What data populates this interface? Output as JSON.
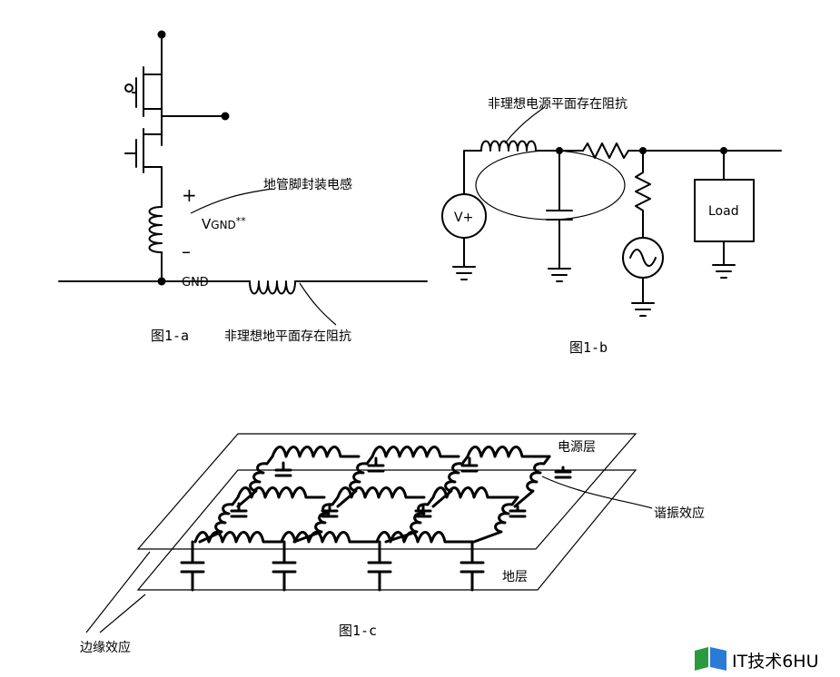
{
  "fig_a": {
    "plus": "+",
    "minus": "–",
    "vgnd_main": "V",
    "vgnd_sub": "GND",
    "vgnd_stars": "**",
    "gnd": "GND",
    "pin_label": "地管脚封装电感",
    "caption": "图1-a",
    "plane_label": "非理想地平面存在阻抗"
  },
  "fig_b": {
    "impedance_label": "非理想电源平面存在阻抗",
    "source_label": "V+",
    "load_label": "Load",
    "caption": "图1-b"
  },
  "fig_c": {
    "power_layer": "电源层",
    "ground_layer": "地层",
    "resonance": "谐振效应",
    "edge_effect": "边缘效应",
    "caption": "图1-c"
  },
  "watermark": {
    "text": "IT技术6HU",
    "logo_colors": [
      "#2b9a3e",
      "#2a7bd5"
    ]
  }
}
